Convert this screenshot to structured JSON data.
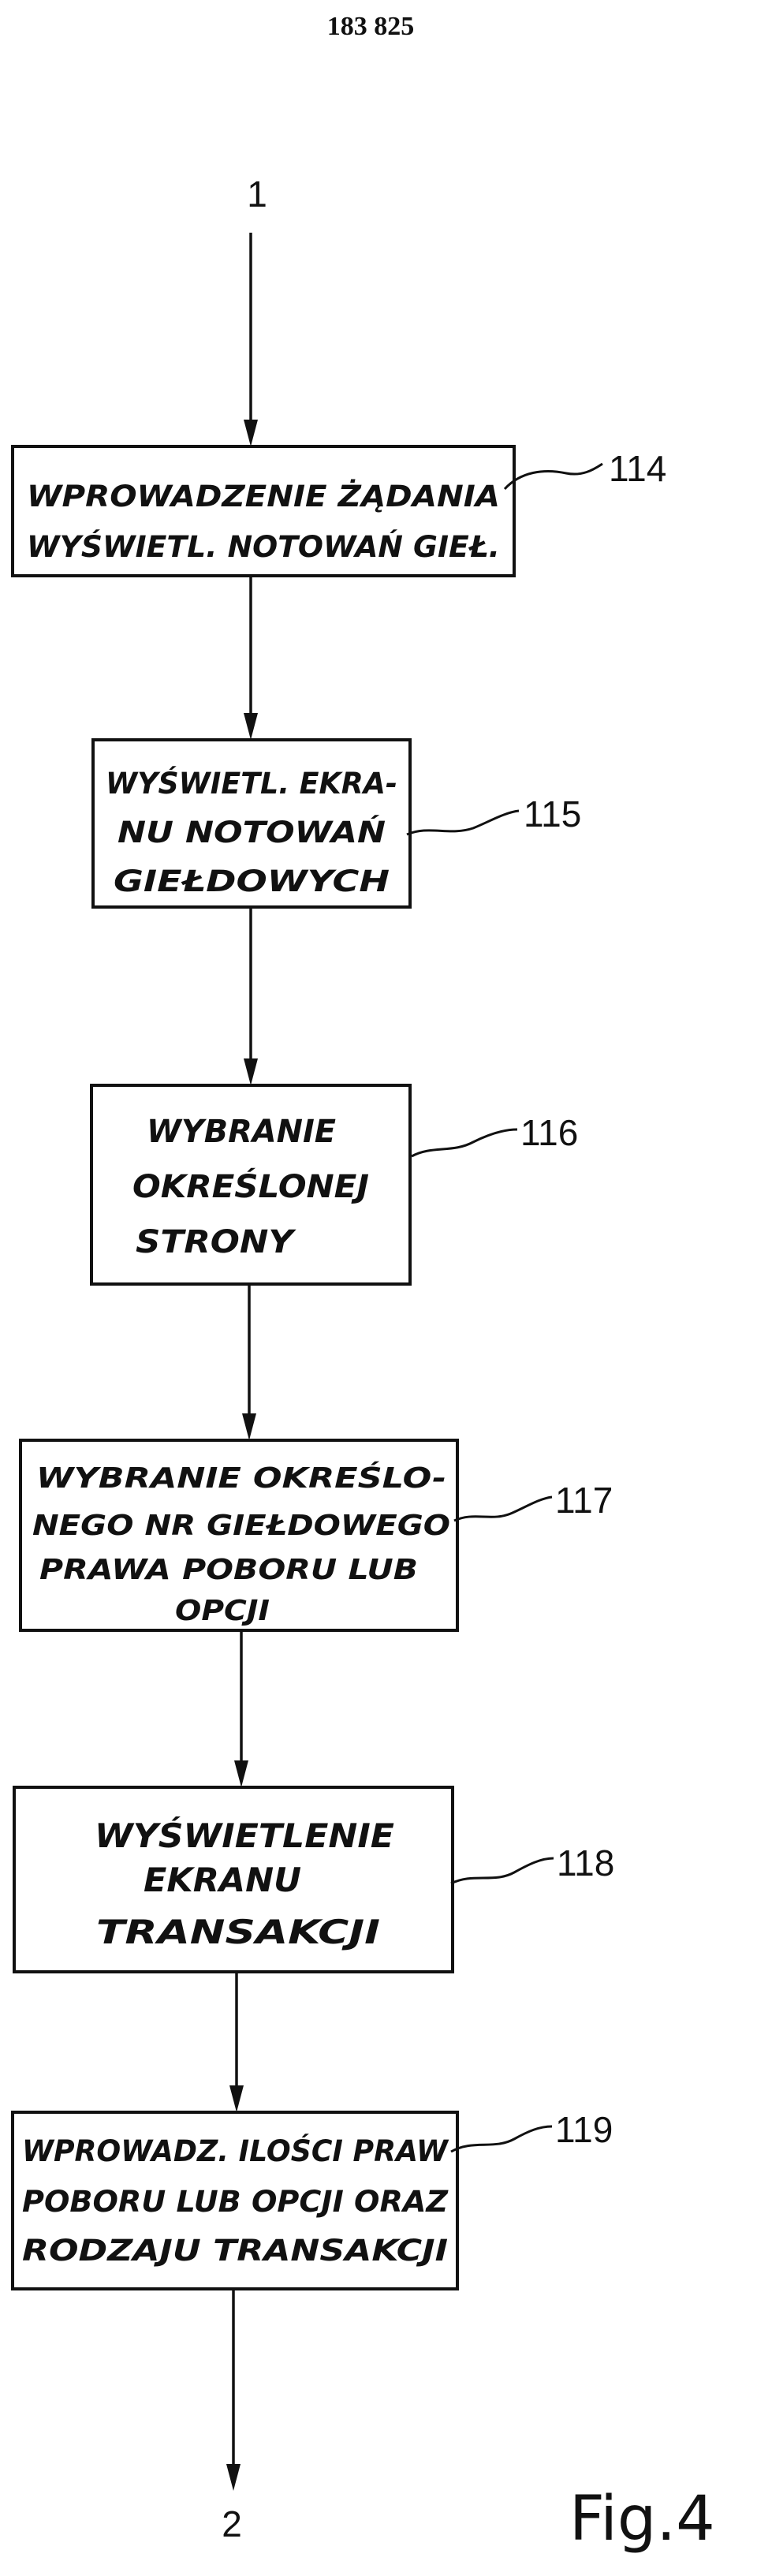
{
  "page_number": "183 825",
  "start_connector": "1",
  "end_connector": "2",
  "figure_label": "Fig.4",
  "steps": [
    {
      "ref": "114",
      "lines": [
        "WPROWADZENIE ŻĄDANIA",
        "WYŚWIETL. NOTOWAŃ GIEŁ."
      ]
    },
    {
      "ref": "115",
      "lines": [
        "WYŚWIETL. EKRA-",
        "NU NOTOWAŃ",
        "GIEŁDOWYCH"
      ]
    },
    {
      "ref": "116",
      "lines": [
        "WYBRANIE",
        "OKREŚLONEJ",
        "STRONY"
      ]
    },
    {
      "ref": "117",
      "lines": [
        "WYBRANIE OKREŚLO-",
        "NEGO NR GIEŁDOWEGO",
        "PRAWA POBORU LUB",
        "OPCJI"
      ]
    },
    {
      "ref": "118",
      "lines": [
        "WYŚWIETLENIE",
        "EKRANU",
        "TRANSAKCJI"
      ]
    },
    {
      "ref": "119",
      "lines": [
        "WPROWADZ. ILOŚCI PRAW",
        "POBORU LUB OPCJI ORAZ",
        "RODZAJU TRANSAKCJI"
      ]
    }
  ]
}
